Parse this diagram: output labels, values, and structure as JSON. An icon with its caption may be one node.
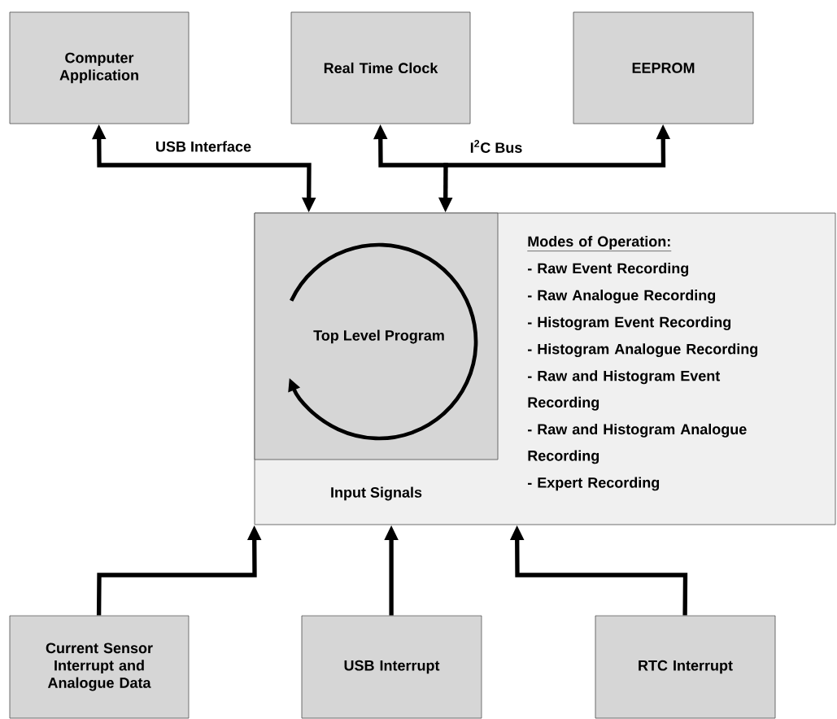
{
  "diagram": {
    "nodes": [
      {
        "text": [
          "Computer Application"
        ]
      },
      {
        "text": [
          "Real Time Clock"
        ]
      },
      {
        "text": [
          "EEPROM"
        ]
      },
      {
        "text": [
          "Modes of Operation:",
          "- Raw Event Recording",
          "- Raw Analogue Recording",
          "- Histogram Event Recording",
          "- Histogram Analogue Recording",
          "- Raw and Histogram Event Recording",
          "- Raw and Histogram Analogue Recording",
          "- Expert Recording",
          "Input Signals"
        ]
      },
      {
        "text": [
          "Top Level Program"
        ],
        "in": 3
      },
      {
        "text": [
          "Current Sensor Interrupt and Analogue Data"
        ]
      },
      {
        "text": [
          "USB Interrupt"
        ]
      },
      {
        "text": [
          "RTC Interrupt"
        ]
      }
    ],
    "edges": [
      {
        "from": 0,
        "to": 4,
        "arrow": "both",
        "label": "USB Interface"
      },
      {
        "from": 4,
        "to": 1,
        "arrow": "both"
      },
      {
        "from": 4,
        "to": 2,
        "arrow": "both",
        "label": "I$^{2}$C Bus"
      },
      {
        "from": 5,
        "to": 3,
        "arrow": "to"
      },
      {
        "from": 6,
        "to": 3,
        "arrow": "to"
      },
      {
        "from": 7,
        "to": 3,
        "arrow": "to"
      }
    ]
  }
}
